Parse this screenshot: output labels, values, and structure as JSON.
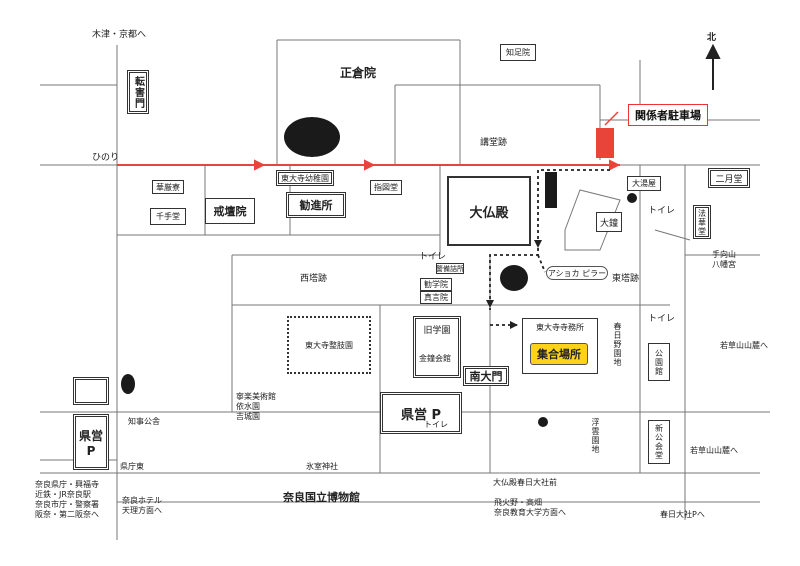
{
  "labels": {
    "kizu_kyoto": "木津・京都へ",
    "shosoin": "正倉院",
    "chisokuin": "知足院",
    "tengaimon": "転害門",
    "north": "北",
    "kankeisha_parking": "関係者駐車場",
    "kodoato": "講堂跡",
    "hinori": "ひのり",
    "kegonryo": "華厳寮",
    "todaiji_kindergarten": "東大寺幼稚園",
    "shizudo": "指図堂",
    "daibutsuden": "大仏殿",
    "daiyuya": "大湯屋",
    "nigatsudo": "二月堂",
    "senjudo": "千手堂",
    "kaidanin": "戒壇院",
    "kanjinsho": "勧進所",
    "toilet": "トイレ",
    "oshoro": "大鐘",
    "hokkedo": "法華堂",
    "tamukeyama": "手向山\n八幡宮",
    "saitoato": "西塔跡",
    "keibi": "警備詰所",
    "asoka_pillar": "アショカ ピラー",
    "totoato": "東塔跡",
    "kangakuin": "勧学院",
    "shingonin": "真言院",
    "todaiji_shomusho": "東大寺寺務所",
    "shugo_basho": "集合場所",
    "kasugano": "春日野園地",
    "kyugakuen": "旧学園",
    "kinsho_kaikan": "金鐘会館",
    "todaiji_gym": "東大寺整肢園",
    "kokaido": "公園館",
    "wakakusa1": "若草山山麓へ",
    "nandaimon": "南大門",
    "museum_area": "寧楽美術館\n依水園\n吉城園",
    "kencho_p": "県営 P",
    "kencho_p_left": "県営\nP",
    "chiji_kosha": "知事公舎",
    "ukimido": "浮雲園地",
    "shinkokaido": "新公会堂",
    "wakakusa2": "若草山山麓へ",
    "kenchohigashi": "県庁東",
    "himuro": "氷室神社",
    "daibutsuden_kasuga": "大仏殿春日大社前",
    "nara_kencho_list": "奈良県庁・興福寺\n近鉄・JR奈良駅\n奈良市庁・警察署\n阪奈・第二阪奈へ",
    "nara_hotel": "奈良ホテル\n天理方面へ",
    "national_museum": "奈良国立博物館",
    "tobihino": "飛火野・高畑\n奈良教育大学方面へ",
    "kasuga_taisha_p": "春日大社Pへ"
  },
  "colors": {
    "route_red": "#e8443a",
    "assembly_yellow": "#ffd21a",
    "tree_black": "#1a1a1a"
  }
}
